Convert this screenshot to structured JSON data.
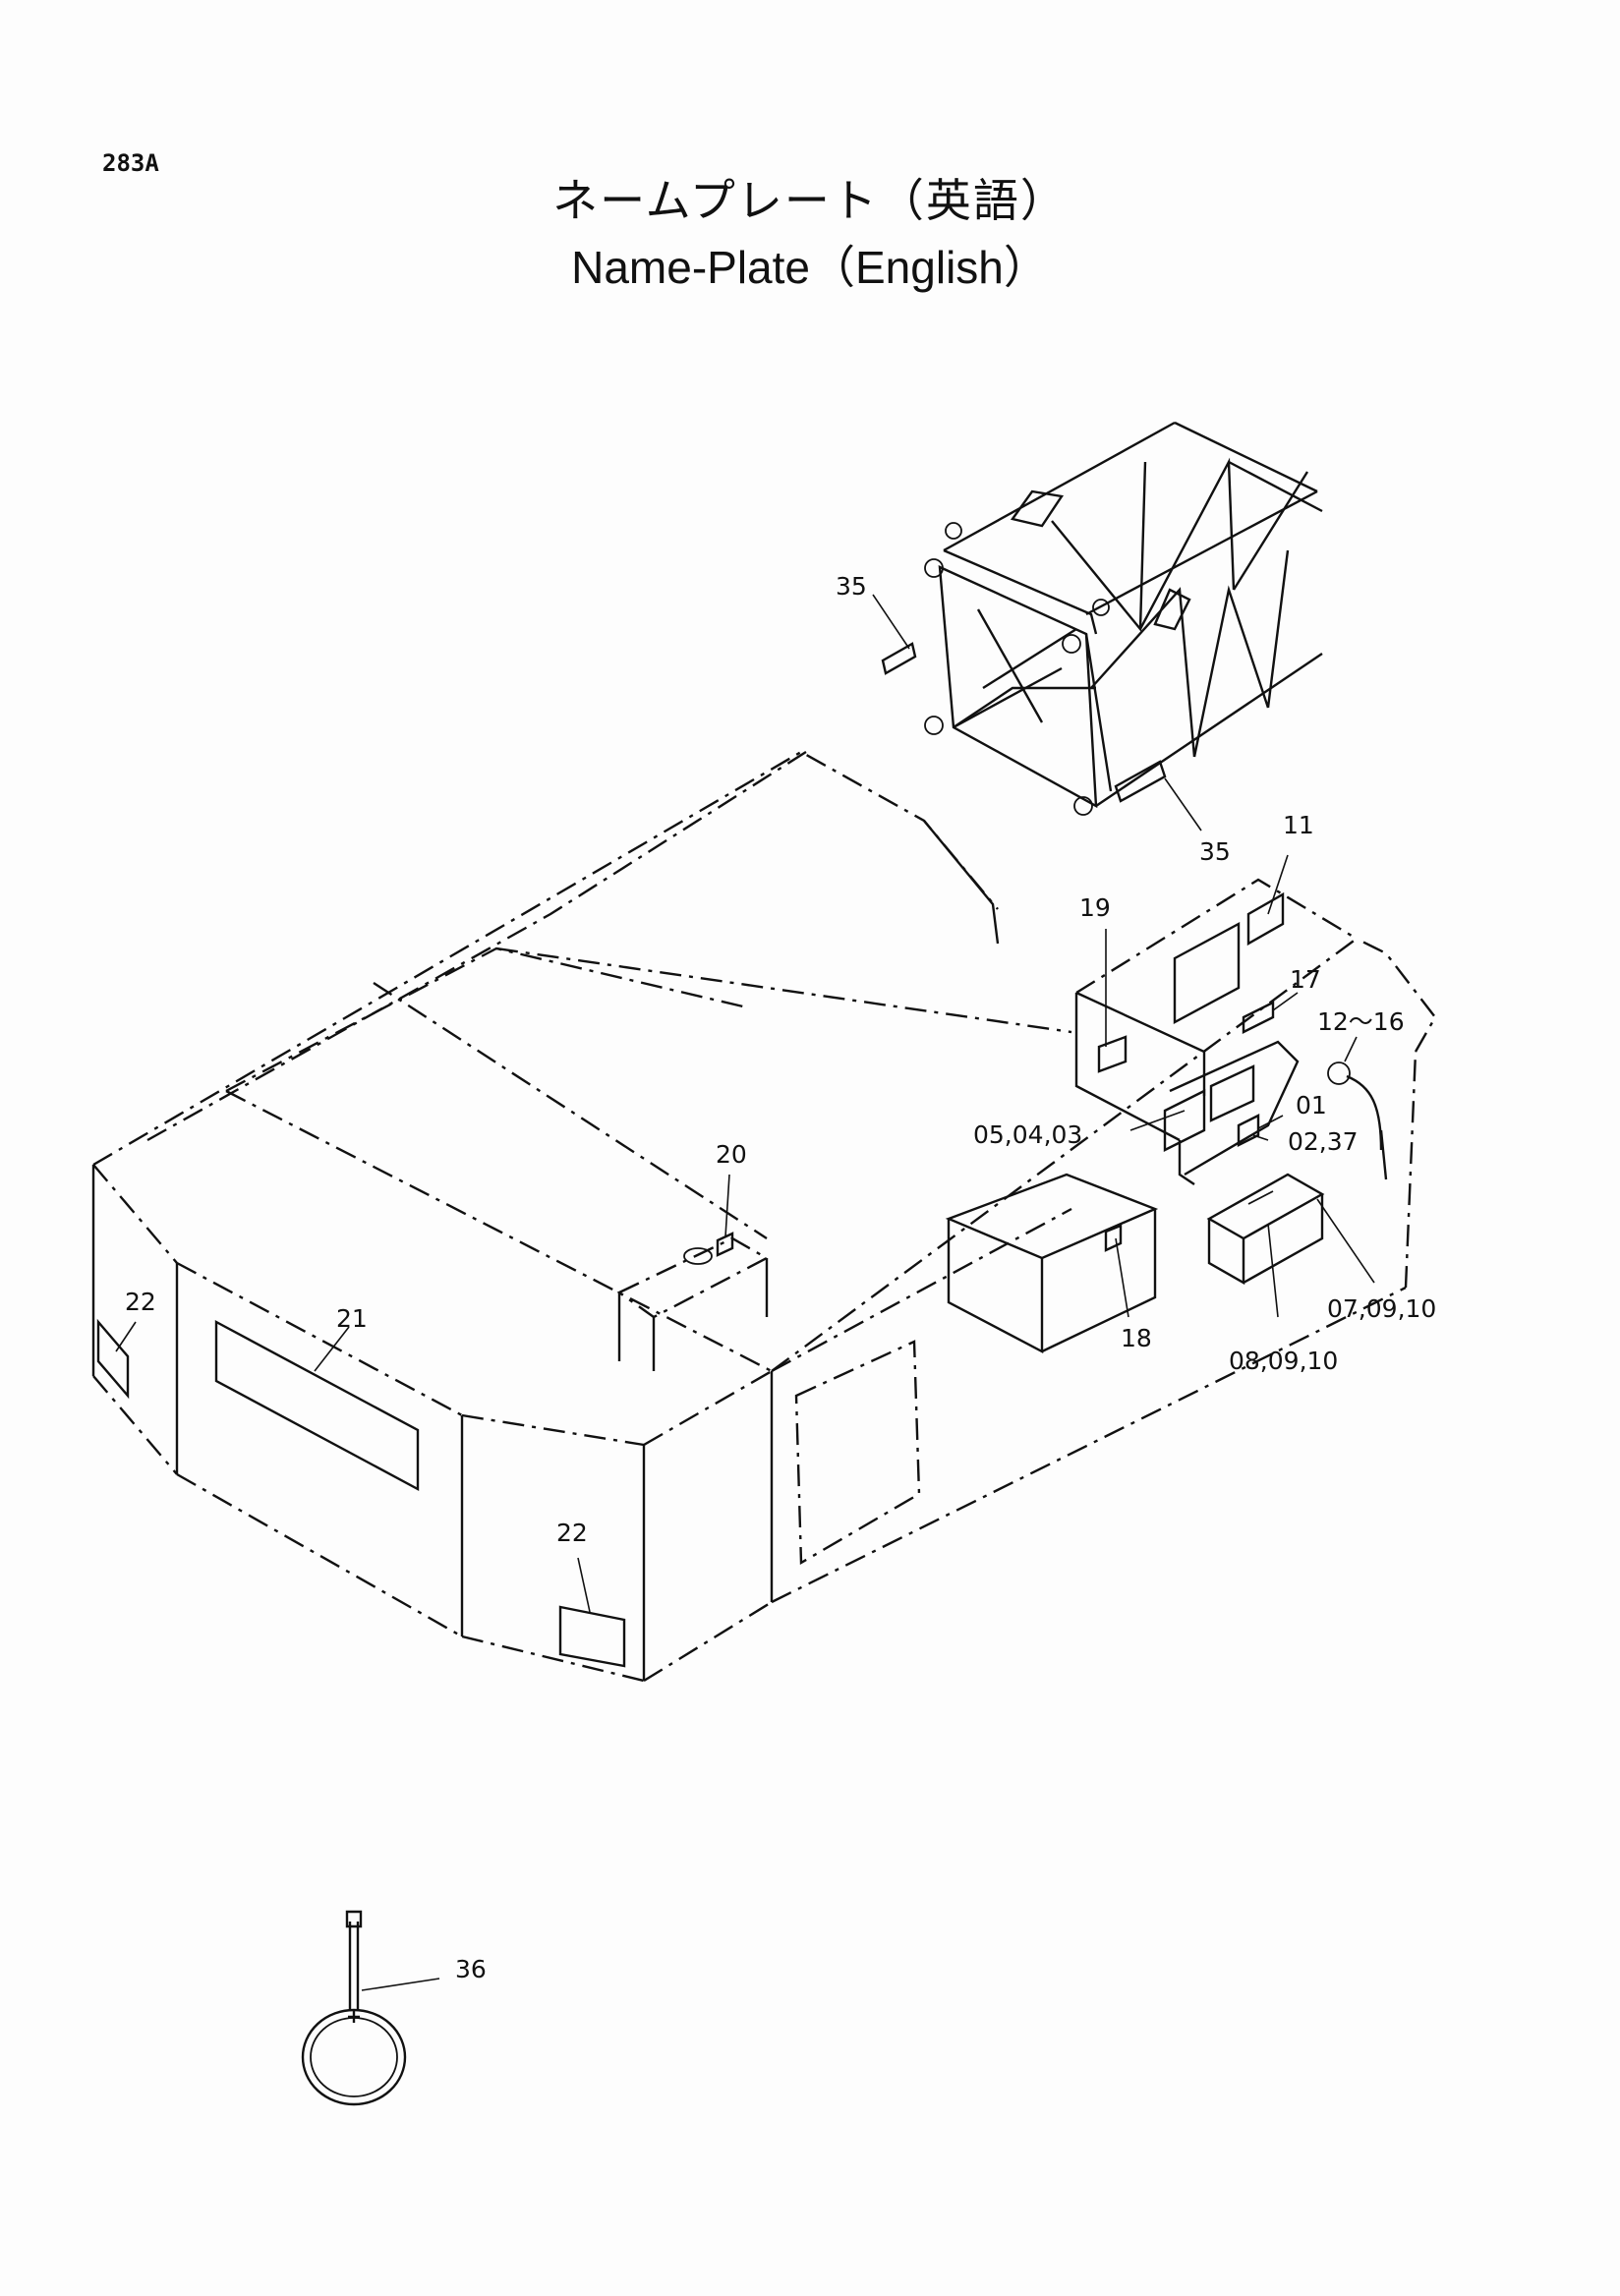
{
  "page_number": "283A",
  "title": {
    "japanese": "ネームプレート（英語）",
    "english": "Name-Plate（English）"
  },
  "callouts": {
    "c35a": "35",
    "c35b": "35",
    "c11": "11",
    "c19": "19",
    "c17": "17",
    "c12_16": "12～16",
    "c01": "01",
    "c05_04_03": "05,04,03",
    "c02_37": "02,37",
    "c20": "20",
    "c18": "18",
    "c07_09_10": "07,09,10",
    "c08_09_10": "08,09,10",
    "c22a": "22",
    "c21": "21",
    "c22b": "22",
    "c36": "36"
  }
}
